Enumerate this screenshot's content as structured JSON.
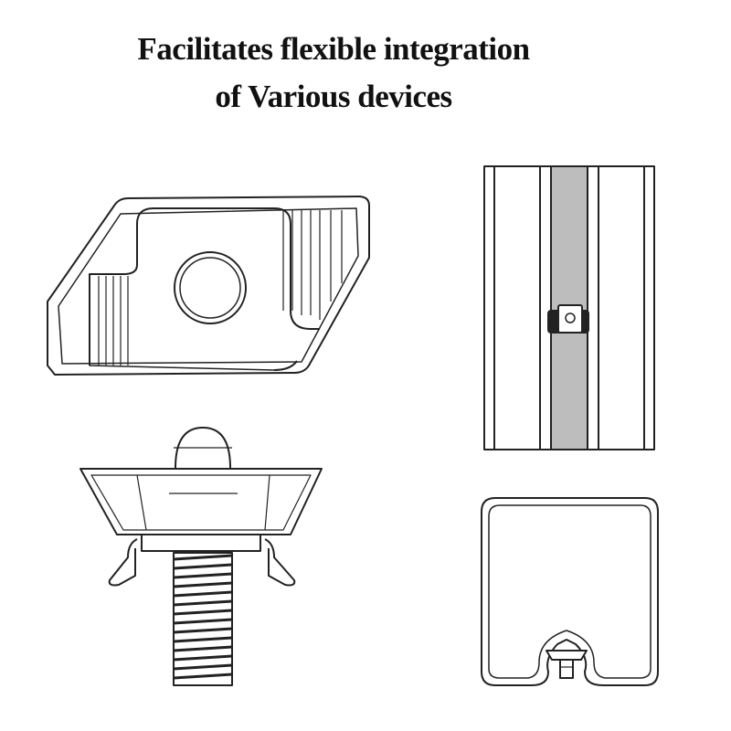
{
  "heading": {
    "line1": "Facilitates flexible integration",
    "line2": "of Various devices"
  },
  "colors": {
    "stroke": "#222222",
    "slot_fill": "#bdbdbd",
    "background": "#ffffff"
  },
  "figures": [
    "t-nut-top-view",
    "profile-side-view",
    "t-nut-with-bolt",
    "profile-cross-section"
  ]
}
